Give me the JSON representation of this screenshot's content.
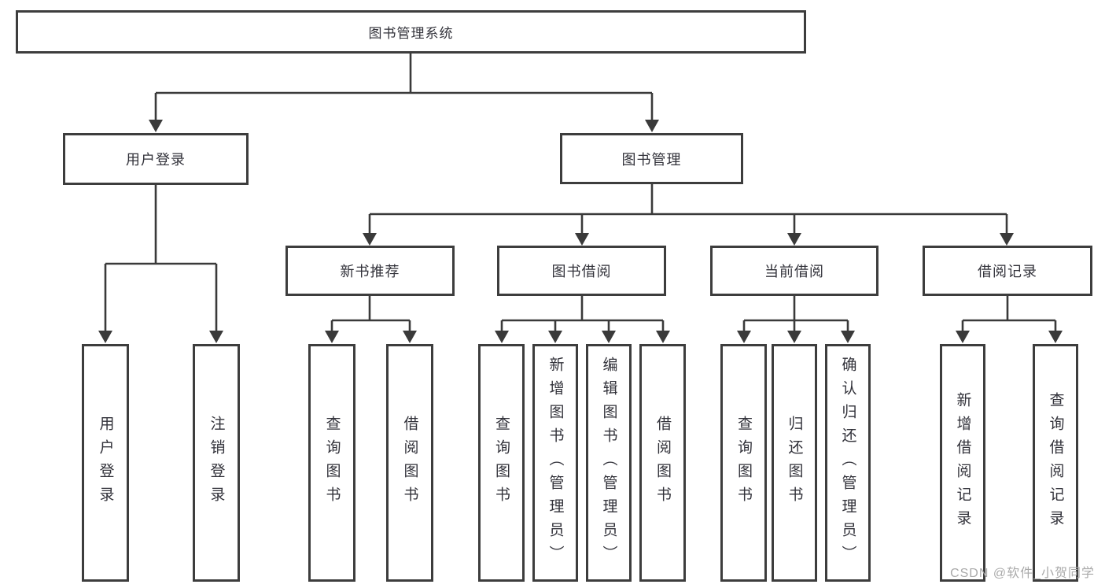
{
  "diagram": {
    "root": {
      "label": "图书管理系统"
    },
    "branches": [
      {
        "label": "用户登录",
        "children": [
          {
            "label": "用户登录"
          },
          {
            "label": "注销登录"
          }
        ]
      },
      {
        "label": "图书管理",
        "sections": [
          {
            "label": "新书推荐",
            "children": [
              {
                "label": "查询图书"
              },
              {
                "label": "借阅图书"
              }
            ]
          },
          {
            "label": "图书借阅",
            "children": [
              {
                "label": "查询图书"
              },
              {
                "label": "新增图书（管理员）"
              },
              {
                "label": "编辑图书（管理员）"
              },
              {
                "label": "借阅图书"
              }
            ]
          },
          {
            "label": "当前借阅",
            "children": [
              {
                "label": "查询图书"
              },
              {
                "label": "归还图书"
              },
              {
                "label": "确认归还（管理员）"
              }
            ]
          },
          {
            "label": "借阅记录",
            "children": [
              {
                "label": "新增借阅记录"
              },
              {
                "label": "查询借阅记录"
              }
            ]
          }
        ]
      }
    ],
    "watermark": "CSDN @软件_小贺同学",
    "colors": {
      "border": "#3d3d3d",
      "line": "#3a3a3a",
      "text": "#32323a",
      "watermark": "#a9a9a9",
      "bg": "#ffffff"
    }
  }
}
